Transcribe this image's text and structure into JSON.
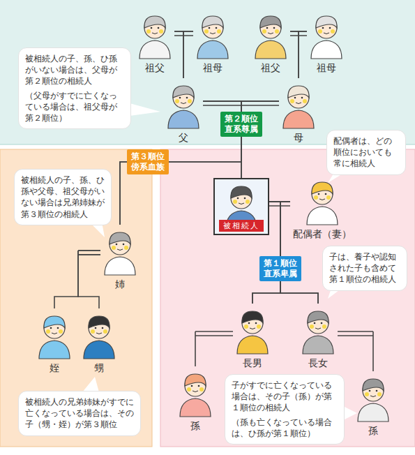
{
  "diagram": {
    "nodes": [
      {
        "text": [
          "祖父"
        ]
      },
      {
        "text": [
          "祖母"
        ]
      },
      {
        "text": [
          "祖父"
        ]
      },
      {
        "text": [
          "祖母"
        ]
      },
      {
        "text": [
          "被相続人の子、孫、ひ孫がいない場合は、父母が第２順位の相続人",
          "（父母がすでに亡くなっている場合は、祖父母が第２順位）"
        ]
      },
      {
        "text": [
          "父"
        ]
      },
      {
        "text": [
          "母"
        ]
      },
      {
        "text": [
          "第２順位",
          "直系尊属"
        ]
      },
      {
        "text": [
          "配偶者は、どの順位においても常に相続人"
        ]
      },
      {
        "text": [
          "第３順位",
          "傍系血族"
        ]
      },
      {
        "text": [
          "被相続人の子、孫、ひ孫や父母、祖父母がいない場合は兄弟姉妹が第３順位の相続人"
        ]
      },
      {
        "text": [
          "被相続人"
        ]
      },
      {
        "text": [
          "配偶者（妻）"
        ]
      },
      {
        "text": [
          "姉"
        ]
      },
      {
        "text": [
          "子は、養子や認知された子も含めて第１順位の相続人"
        ]
      },
      {
        "text": [
          "第１順位",
          "直系卑属"
        ]
      },
      {
        "text": [
          "長男"
        ]
      },
      {
        "text": [
          "長女"
        ]
      },
      {
        "text": [
          "姪"
        ]
      },
      {
        "text": [
          "甥"
        ]
      },
      {
        "text": [
          "孫"
        ]
      },
      {
        "text": [
          "子がすでに亡くなっている場合は、その子（孫）が第１順位の相続人",
          "（孫も亡くなっている場合は、ひ孫が第１順位）"
        ]
      },
      {
        "text": [
          "孫"
        ]
      },
      {
        "text": [
          "被相続人の兄弟姉妹がすでに亡くなっている場合は、その子（甥・姪）が第３順位"
        ]
      }
    ],
    "edges": [
      {
        "from": 0,
        "to": 1,
        "arrow": "none"
      },
      {
        "from": 2,
        "to": 3,
        "arrow": "none"
      },
      {
        "from": 0,
        "to": 5,
        "arrow": "none"
      },
      {
        "from": 1,
        "to": 5,
        "arrow": "none"
      },
      {
        "from": 2,
        "to": 6,
        "arrow": "none"
      },
      {
        "from": 3,
        "to": 6,
        "arrow": "none"
      },
      {
        "from": 5,
        "to": 6,
        "arrow": "none"
      },
      {
        "from": 5,
        "to": 11,
        "arrow": "none"
      },
      {
        "from": 6,
        "to": 11,
        "arrow": "none"
      },
      {
        "from": 5,
        "to": 13,
        "arrow": "none"
      },
      {
        "from": 6,
        "to": 13,
        "arrow": "none"
      },
      {
        "from": 11,
        "to": 12,
        "arrow": "none"
      },
      {
        "from": 11,
        "to": 16,
        "arrow": "none"
      },
      {
        "from": 11,
        "to": 17,
        "arrow": "none"
      },
      {
        "from": 12,
        "to": 16,
        "arrow": "none"
      },
      {
        "from": 12,
        "to": 17,
        "arrow": "none"
      },
      {
        "from": 13,
        "to": 18,
        "arrow": "none"
      },
      {
        "from": 13,
        "to": 19,
        "arrow": "none"
      },
      {
        "from": 16,
        "to": 20,
        "arrow": "none"
      },
      {
        "from": 17,
        "to": 22,
        "arrow": "none"
      }
    ]
  }
}
